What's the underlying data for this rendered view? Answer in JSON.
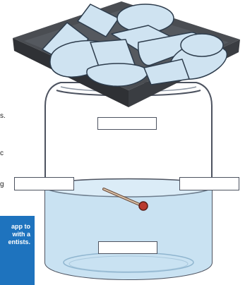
{
  "side_fragments": [
    "s.",
    "c",
    "g"
  ],
  "label_boxes": {
    "top": "",
    "left": "",
    "right": "",
    "bottom": ""
  },
  "promo": {
    "line1": "app to",
    "line2": "with a",
    "line3": "entists."
  },
  "colors": {
    "ice": "#cfe3f1",
    "ice_edge": "#2d3c4c",
    "tray": "#3a3d42",
    "water": "#c9e2f2",
    "jar_outline": "#4d5360",
    "thermometer": "#b93a2f",
    "banner": "#1e73be"
  },
  "icons": [
    "ice-cube",
    "thermometer-icon"
  ]
}
